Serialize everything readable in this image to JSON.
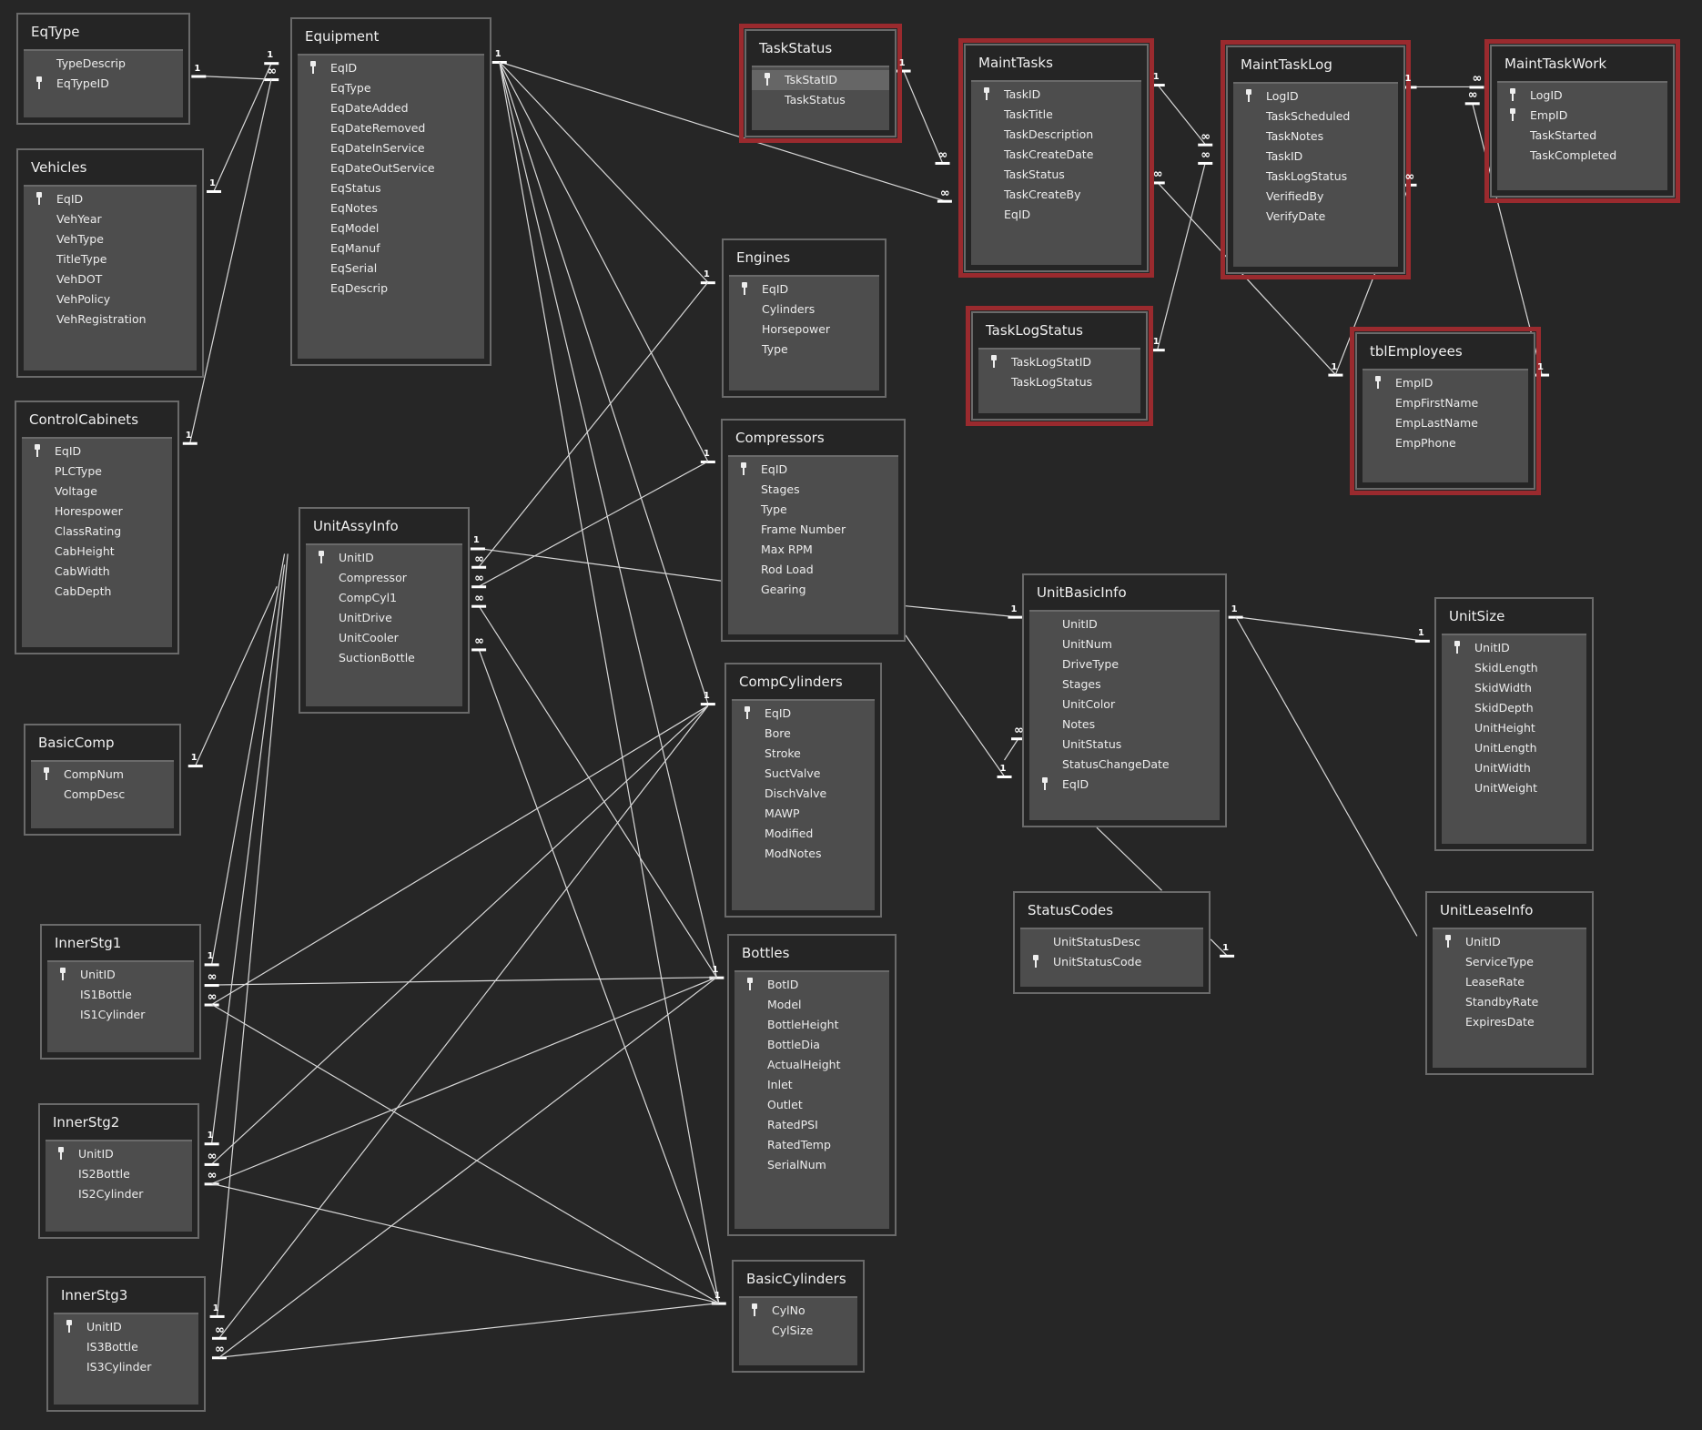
{
  "tables": [
    {
      "name": "EqType",
      "fields": [
        {
          "n": "TypeDescrip"
        },
        {
          "n": "EqTypeID",
          "key": true
        }
      ]
    },
    {
      "name": "Equipment",
      "fields": [
        {
          "n": "EqID",
          "key": true
        },
        {
          "n": "EqType"
        },
        {
          "n": "EqDateAdded"
        },
        {
          "n": "EqDateRemoved"
        },
        {
          "n": "EqDateInService"
        },
        {
          "n": "EqDateOutService"
        },
        {
          "n": "EqStatus"
        },
        {
          "n": "EqNotes"
        },
        {
          "n": "EqModel"
        },
        {
          "n": "EqManuf"
        },
        {
          "n": "EqSerial"
        },
        {
          "n": "EqDescrip"
        }
      ]
    },
    {
      "name": "Vehicles",
      "fields": [
        {
          "n": "EqID",
          "key": true
        },
        {
          "n": "VehYear"
        },
        {
          "n": "VehType"
        },
        {
          "n": "TitleType"
        },
        {
          "n": "VehDOT"
        },
        {
          "n": "VehPolicy"
        },
        {
          "n": "VehRegistration"
        }
      ]
    },
    {
      "name": "ControlCabinets",
      "fields": [
        {
          "n": "EqID",
          "key": true
        },
        {
          "n": "PLCType"
        },
        {
          "n": "Voltage"
        },
        {
          "n": "Horespower"
        },
        {
          "n": "ClassRating"
        },
        {
          "n": "CabHeight"
        },
        {
          "n": "CabWidth"
        },
        {
          "n": "CabDepth"
        }
      ]
    },
    {
      "name": "TaskStatus",
      "highlight": true,
      "fields": [
        {
          "n": "TskStatID",
          "key": true,
          "selected": true
        },
        {
          "n": "TaskStatus"
        }
      ]
    },
    {
      "name": "MaintTasks",
      "highlight": true,
      "fields": [
        {
          "n": "TaskID",
          "key": true
        },
        {
          "n": "TaskTitle"
        },
        {
          "n": "TaskDescription"
        },
        {
          "n": "TaskCreateDate"
        },
        {
          "n": "TaskStatus"
        },
        {
          "n": "TaskCreateBy"
        },
        {
          "n": "EqID"
        }
      ]
    },
    {
      "name": "MaintTaskLog",
      "highlight": true,
      "fields": [
        {
          "n": "LogID",
          "key": true
        },
        {
          "n": "TaskScheduled"
        },
        {
          "n": "TaskNotes"
        },
        {
          "n": "TaskID"
        },
        {
          "n": "TaskLogStatus"
        },
        {
          "n": "VerifiedBy"
        },
        {
          "n": "VerifyDate"
        }
      ]
    },
    {
      "name": "MaintTaskWork",
      "highlight": true,
      "fields": [
        {
          "n": "LogID",
          "key": true
        },
        {
          "n": "EmpID",
          "key": true
        },
        {
          "n": "TaskStarted"
        },
        {
          "n": "TaskCompleted"
        }
      ]
    },
    {
      "name": "TaskLogStatus",
      "highlight": true,
      "fields": [
        {
          "n": "TaskLogStatID",
          "key": true
        },
        {
          "n": "TaskLogStatus"
        }
      ]
    },
    {
      "name": "tblEmployees",
      "highlight": true,
      "fields": [
        {
          "n": "EmpID",
          "key": true
        },
        {
          "n": "EmpFirstName"
        },
        {
          "n": "EmpLastName"
        },
        {
          "n": "EmpPhone"
        }
      ]
    },
    {
      "name": "Engines",
      "fields": [
        {
          "n": "EqID",
          "key": true
        },
        {
          "n": "Cylinders"
        },
        {
          "n": "Horsepower"
        },
        {
          "n": "Type"
        }
      ]
    },
    {
      "name": "Compressors",
      "fields": [
        {
          "n": "EqID",
          "key": true
        },
        {
          "n": "Stages"
        },
        {
          "n": "Type"
        },
        {
          "n": "Frame Number"
        },
        {
          "n": "Max RPM"
        },
        {
          "n": "Rod Load"
        },
        {
          "n": "Gearing"
        }
      ]
    },
    {
      "name": "UnitAssyInfo",
      "fields": [
        {
          "n": "UnitID",
          "key": true
        },
        {
          "n": "Compressor"
        },
        {
          "n": "CompCyl1"
        },
        {
          "n": "UnitDrive"
        },
        {
          "n": "UnitCooler"
        },
        {
          "n": "SuctionBottle"
        }
      ]
    },
    {
      "name": "UnitBasicInfo",
      "fields": [
        {
          "n": "UnitID"
        },
        {
          "n": "UnitNum"
        },
        {
          "n": "DriveType"
        },
        {
          "n": "Stages"
        },
        {
          "n": "UnitColor"
        },
        {
          "n": "Notes"
        },
        {
          "n": "UnitStatus"
        },
        {
          "n": "StatusChangeDate"
        },
        {
          "n": "EqID",
          "key": true
        }
      ]
    },
    {
      "name": "UnitSize",
      "fields": [
        {
          "n": "UnitID",
          "key": true
        },
        {
          "n": "SkidLength"
        },
        {
          "n": "SkidWidth"
        },
        {
          "n": "SkidDepth"
        },
        {
          "n": "UnitHeight"
        },
        {
          "n": "UnitLength"
        },
        {
          "n": "UnitWidth"
        },
        {
          "n": "UnitWeight"
        }
      ]
    },
    {
      "name": "CompCylinders",
      "fields": [
        {
          "n": "EqID",
          "key": true
        },
        {
          "n": "Bore"
        },
        {
          "n": "Stroke"
        },
        {
          "n": "SuctValve"
        },
        {
          "n": "DischValve"
        },
        {
          "n": "MAWP"
        },
        {
          "n": "Modified"
        },
        {
          "n": "ModNotes"
        }
      ]
    },
    {
      "name": "BasicComp",
      "fields": [
        {
          "n": "CompNum",
          "key": true
        },
        {
          "n": "CompDesc"
        }
      ]
    },
    {
      "name": "StatusCodes",
      "fields": [
        {
          "n": "UnitStatusDesc"
        },
        {
          "n": "UnitStatusCode",
          "key": true
        }
      ]
    },
    {
      "name": "UnitLeaseInfo",
      "fields": [
        {
          "n": "UnitID",
          "key": true
        },
        {
          "n": "ServiceType"
        },
        {
          "n": "LeaseRate"
        },
        {
          "n": "StandbyRate"
        },
        {
          "n": "ExpiresDate"
        }
      ]
    },
    {
      "name": "InnerStg1",
      "fields": [
        {
          "n": "UnitID",
          "key": true
        },
        {
          "n": "IS1Bottle"
        },
        {
          "n": "IS1Cylinder"
        }
      ]
    },
    {
      "name": "Bottles",
      "fields": [
        {
          "n": "BotID",
          "key": true
        },
        {
          "n": "Model"
        },
        {
          "n": "BottleHeight"
        },
        {
          "n": "BottleDia"
        },
        {
          "n": "ActualHeight"
        },
        {
          "n": "Inlet"
        },
        {
          "n": "Outlet"
        },
        {
          "n": "RatedPSI"
        },
        {
          "n": "RatedTemp"
        },
        {
          "n": "SerialNum"
        }
      ]
    },
    {
      "name": "InnerStg2",
      "fields": [
        {
          "n": "UnitID",
          "key": true
        },
        {
          "n": "IS2Bottle"
        },
        {
          "n": "IS2Cylinder"
        }
      ]
    },
    {
      "name": "InnerStg3",
      "fields": [
        {
          "n": "UnitID",
          "key": true
        },
        {
          "n": "IS3Bottle"
        },
        {
          "n": "IS3Cylinder"
        }
      ]
    },
    {
      "name": "BasicCylinders",
      "fields": [
        {
          "n": "CylNo",
          "key": true
        },
        {
          "n": "CylSize"
        }
      ]
    }
  ],
  "cardinality": {
    "one": "1",
    "many": "∞"
  },
  "colors": {
    "background": "#262626",
    "table_body": "#4d4d4d",
    "border": "#6a6a6a",
    "highlight": "#9a2a2e",
    "line": "#d8d8d8"
  }
}
